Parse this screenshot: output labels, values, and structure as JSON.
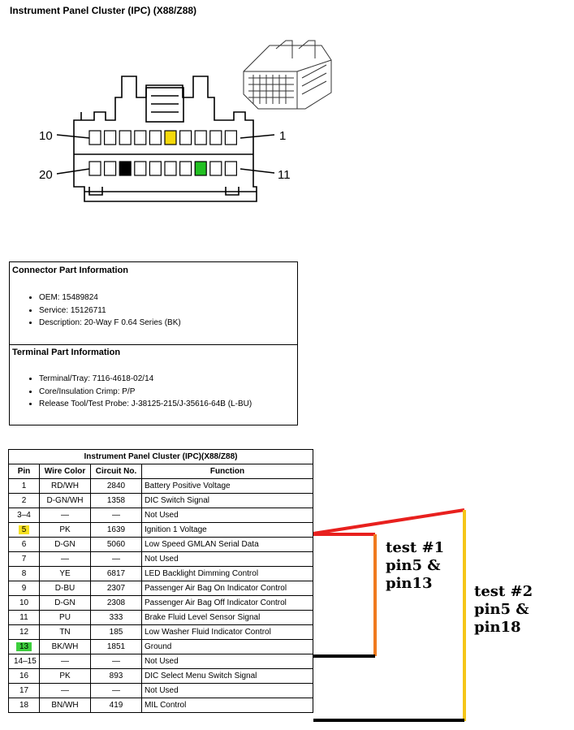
{
  "title": "Instrument Panel Cluster (IPC) (X88/Z88)",
  "connector_diagram": {
    "pin_labels": {
      "top_left": "10",
      "top_right": "1",
      "bottom_left": "20",
      "bottom_right": "11"
    },
    "highlight_colors": {
      "pin5": "#f5d90a",
      "pin13": "#22c022",
      "pin18": "#000000"
    }
  },
  "connector_info": {
    "heading": "Connector Part Information",
    "items": [
      "OEM: 15489824",
      "Service: 15126711",
      "Description: 20-Way F 0.64 Series (BK)"
    ]
  },
  "terminal_info": {
    "heading": "Terminal Part Information",
    "items": [
      "Terminal/Tray: 7116-4618-02/14",
      "Core/Insulation Crimp: P/P",
      "Release Tool/Test Probe: J-38125-215/J-35616-64B (L-BU)"
    ]
  },
  "pin_table": {
    "caption": "Instrument Panel Cluster (IPC)(X88/Z88)",
    "headers": [
      "Pin",
      "Wire Color",
      "Circuit No.",
      "Function"
    ],
    "rows": [
      {
        "pin": "1",
        "wire": "RD/WH",
        "circuit": "2840",
        "function": "Battery Positive Voltage",
        "highlight": ""
      },
      {
        "pin": "2",
        "wire": "D-GN/WH",
        "circuit": "1358",
        "function": "DIC Switch Signal",
        "highlight": ""
      },
      {
        "pin": "3–4",
        "wire": "—",
        "circuit": "—",
        "function": "Not Used",
        "highlight": ""
      },
      {
        "pin": "5",
        "wire": "PK",
        "circuit": "1639",
        "function": "Ignition 1 Voltage",
        "highlight": "#f5e020"
      },
      {
        "pin": "6",
        "wire": "D-GN",
        "circuit": "5060",
        "function": "Low Speed GMLAN Serial Data",
        "highlight": ""
      },
      {
        "pin": "7",
        "wire": "—",
        "circuit": "—",
        "function": "Not Used",
        "highlight": ""
      },
      {
        "pin": "8",
        "wire": "YE",
        "circuit": "6817",
        "function": "LED Backlight Dimming Control",
        "highlight": ""
      },
      {
        "pin": "9",
        "wire": "D-BU",
        "circuit": "2307",
        "function": "Passenger Air Bag On Indicator Control",
        "highlight": ""
      },
      {
        "pin": "10",
        "wire": "D-GN",
        "circuit": "2308",
        "function": "Passenger Air Bag Off Indicator Control",
        "highlight": ""
      },
      {
        "pin": "11",
        "wire": "PU",
        "circuit": "333",
        "function": "Brake Fluid Level Sensor Signal",
        "highlight": ""
      },
      {
        "pin": "12",
        "wire": "TN",
        "circuit": "185",
        "function": "Low Washer Fluid Indicator Control",
        "highlight": ""
      },
      {
        "pin": "13",
        "wire": "BK/WH",
        "circuit": "1851",
        "function": "Ground",
        "highlight": "#3ccf3c"
      },
      {
        "pin": "14–15",
        "wire": "—",
        "circuit": "—",
        "function": "Not Used",
        "highlight": ""
      },
      {
        "pin": "16",
        "wire": "PK",
        "circuit": "893",
        "function": "DIC Select Menu Switch Signal",
        "highlight": ""
      },
      {
        "pin": "17",
        "wire": "—",
        "circuit": "—",
        "function": "Not Used",
        "highlight": ""
      },
      {
        "pin": "18",
        "wire": "BN/WH",
        "circuit": "419",
        "function": "MIL Control",
        "highlight": ""
      }
    ]
  },
  "annotations": {
    "test1": [
      "test #1",
      "pin5 &",
      "pin13"
    ],
    "test2": [
      "test #2",
      "pin5 &",
      "pin18"
    ],
    "wire_colors": {
      "red": "#e8201e",
      "orange": "#f07a1e",
      "yellow": "#f5c518",
      "black": "#000000"
    }
  }
}
